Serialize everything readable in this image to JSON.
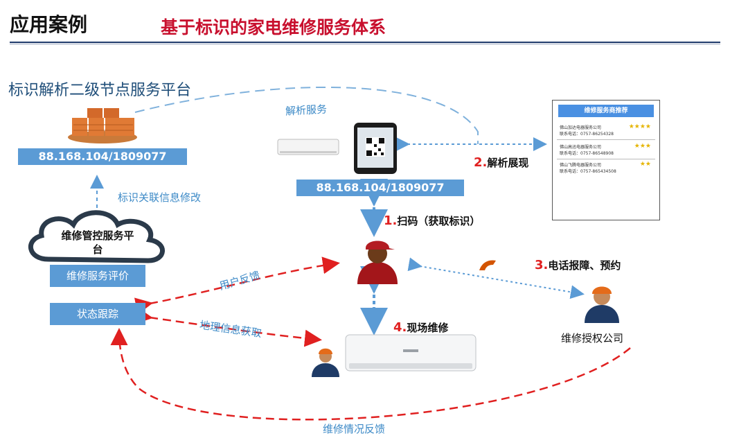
{
  "header": {
    "left_title": "应用案例",
    "right_title": "基于标识的家电维修服务体系"
  },
  "diagram": {
    "platform_title": "标识解析二级节点服务平台",
    "server_ip": "88.168.104/1809077",
    "phone_ip": "88.168.104/1809077",
    "resolve_service": "解析服务",
    "identifier_modify": "标识关联信息修改",
    "cloud_label": "维修管控服务平台",
    "eval_box": "维修服务评价",
    "status_box": "状态跟踪",
    "user_feedback": "用户反馈",
    "geo_info": "地理信息获取",
    "repair_feedback": "维修情况反馈",
    "company_label": "维修授权公司",
    "steps": [
      {
        "num": "1.",
        "text": "扫码（获取标识）"
      },
      {
        "num": "2.",
        "text": "解析展现"
      },
      {
        "num": "3.",
        "text": "电话报障、预约"
      },
      {
        "num": "4.",
        "text": "现场维修"
      }
    ]
  },
  "card": {
    "title": "维修服务商推荐",
    "entries": [
      {
        "name": "佛山加达电器服务公司",
        "phone": "联系电话：0757-86254328",
        "stars": "★★★★"
      },
      {
        "name": "佛山高迅电器服务公司",
        "phone": "联系电话：0757-86548908",
        "stars": "★★★"
      },
      {
        "name": "佛山飞腾电器服务公司",
        "phone": "联系电话：0757-865434508",
        "stars": "★★"
      }
    ]
  },
  "colors": {
    "accent_blue": "#5b9bd5",
    "title_red": "#c8102e",
    "arrow_red": "#e02020",
    "label_blue": "#3d8ac7"
  }
}
